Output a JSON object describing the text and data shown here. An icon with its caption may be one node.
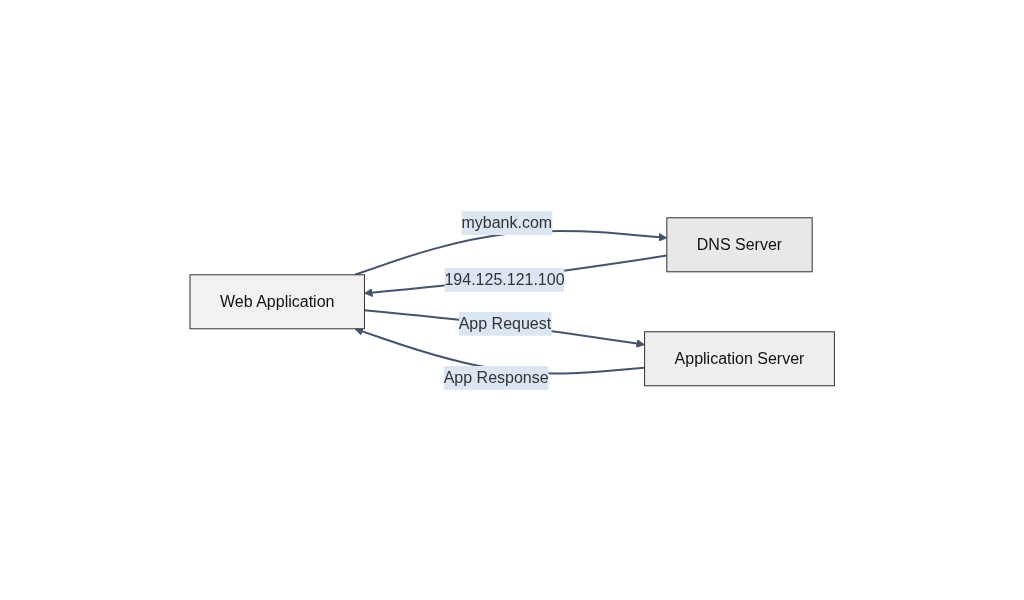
{
  "diagram": {
    "nodes": [
      {
        "text": [
          "Web Application"
        ]
      },
      {
        "text": [
          "DNS Server"
        ]
      },
      {
        "text": [
          "Application Server"
        ]
      }
    ],
    "edges": [
      {
        "from": 0,
        "to": 1,
        "arrow": "to",
        "label": "mybank.com"
      },
      {
        "from": 1,
        "to": 0,
        "arrow": "to",
        "label": "194.125.121.100"
      },
      {
        "from": 0,
        "to": 2,
        "arrow": "to",
        "label": "App Request"
      },
      {
        "from": 2,
        "to": 0,
        "arrow": "to",
        "label": "App Response"
      }
    ]
  }
}
